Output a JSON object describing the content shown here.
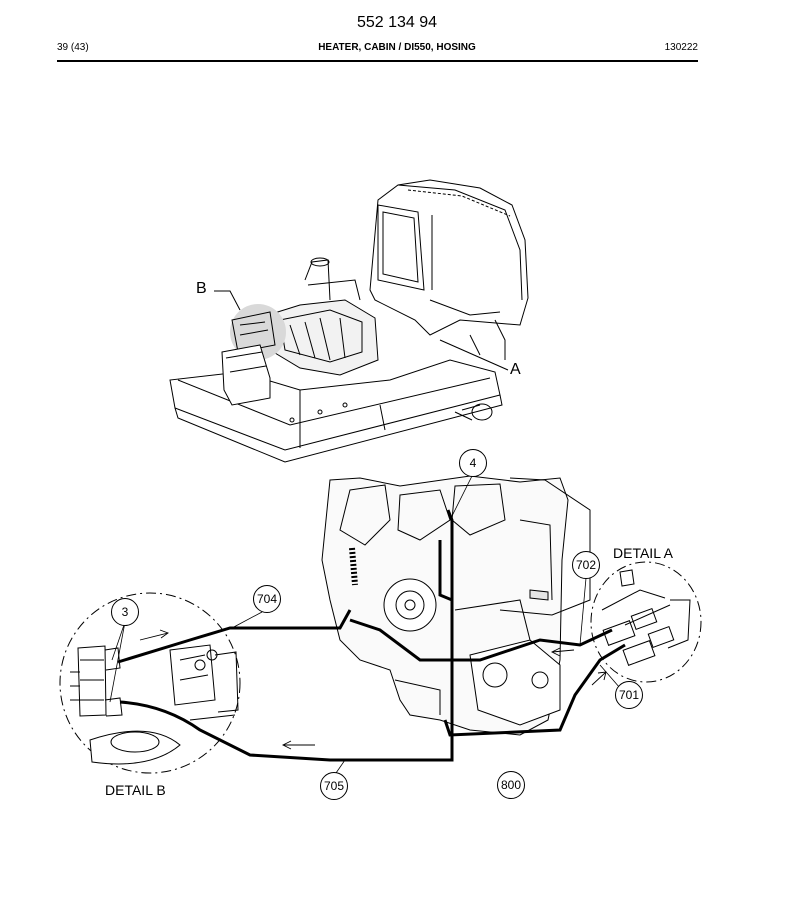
{
  "header": {
    "doc_number": "552 134 94",
    "page": "39 (43)",
    "title": "HEATER, CABIN / DI550, HOSING",
    "code": "130222"
  },
  "overview_labels": {
    "a": "A",
    "b": "B"
  },
  "detail_labels": {
    "detail_a": "DETAIL A",
    "detail_b": "DETAIL B"
  },
  "callouts": {
    "c4": "4",
    "c702": "702",
    "c3": "3",
    "c704": "704",
    "c701": "701",
    "c705": "705",
    "c800": "800"
  }
}
